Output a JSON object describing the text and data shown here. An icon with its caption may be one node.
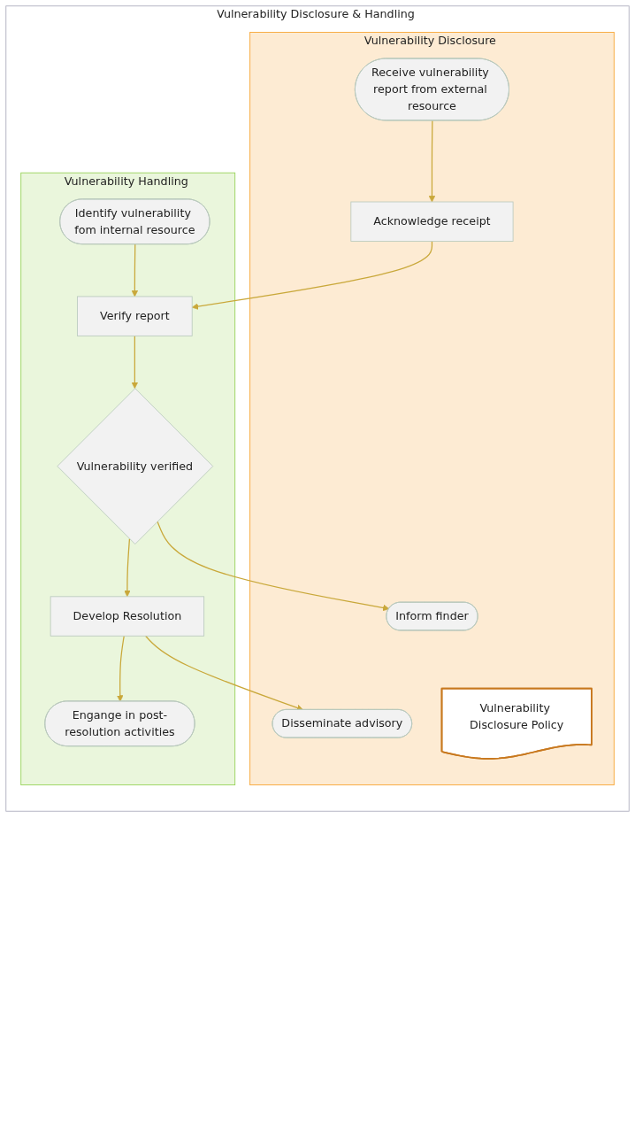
{
  "diagram": {
    "nodes": [
      {
        "text": [
          "Vulnerability Disclosure & Handling"
        ]
      },
      {
        "text": [
          "Vulnerability Disclosure"
        ],
        "in": 0
      },
      {
        "text": [
          "Vulnerability Handling"
        ],
        "in": 0
      },
      {
        "text": [
          "Vulnerability Disclosure Policy"
        ],
        "in": 1
      },
      {
        "text": [
          "Receive vulnerability report from external resource"
        ],
        "in": 1
      },
      {
        "text": [
          "Identify vulnerability fom internal resource"
        ],
        "in": 2
      },
      {
        "text": [
          "Acknowledge receipt"
        ],
        "in": 1
      },
      {
        "text": [
          "Verify report"
        ],
        "in": 2
      },
      {
        "text": [
          "Inform finder"
        ],
        "in": 1
      },
      {
        "text": [
          "Vulnerability verified"
        ],
        "in": 2
      },
      {
        "text": [
          "Disseminate advisory"
        ],
        "in": 1
      },
      {
        "text": [
          "Develop Resolution"
        ],
        "in": 2
      },
      {
        "text": [
          "Engange in post-resolution activities"
        ],
        "in": 2
      }
    ],
    "edges": [
      {
        "from": 4,
        "to": 6,
        "arrow": "to"
      },
      {
        "from": 5,
        "to": 7,
        "arrow": "to"
      },
      {
        "from": 6,
        "to": 7,
        "arrow": "to"
      },
      {
        "from": 7,
        "to": 9,
        "arrow": "to"
      },
      {
        "from": 9,
        "to": 8,
        "arrow": "to"
      },
      {
        "from": 9,
        "to": 11,
        "arrow": "to"
      },
      {
        "from": 11,
        "to": 10,
        "arrow": "to"
      },
      {
        "from": 11,
        "to": 12,
        "arrow": "to"
      }
    ]
  }
}
